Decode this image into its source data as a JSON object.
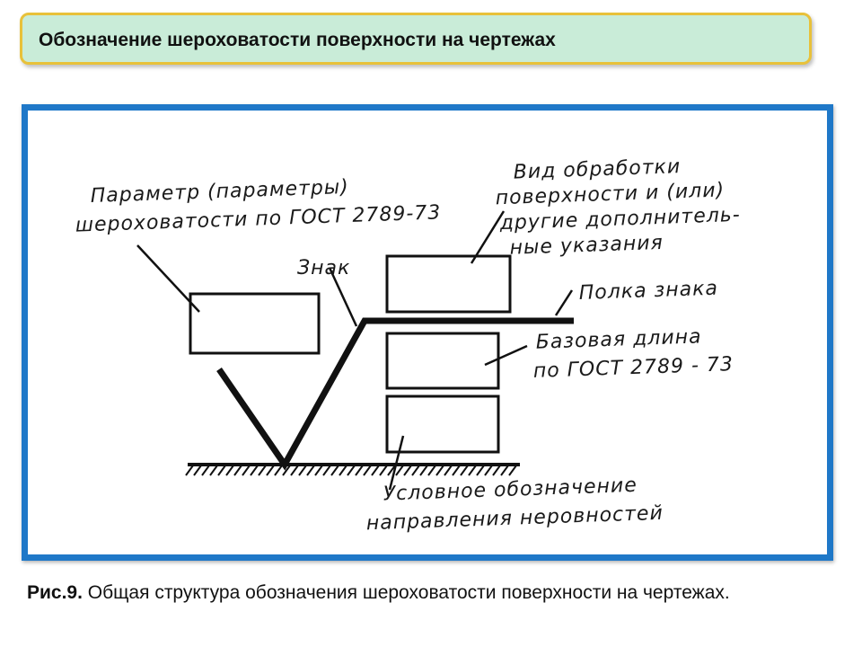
{
  "header": {
    "title": "Обозначение шероховатости поверхности на чертежах"
  },
  "diagram": {
    "label_parameter": [
      "Параметр (параметры)",
      "шероховатости по ГОСТ 2789-73"
    ],
    "label_znak": "Знак",
    "label_processing": [
      "Вид обработки",
      "поверхности и (или)",
      "другие дополнитель-",
      "ные указания"
    ],
    "label_polka": "Полка знака",
    "label_base_length": [
      "Базовая длина",
      "по ГОСТ 2789 - 73"
    ],
    "label_direction": [
      "Условное обозначение",
      "направления неровностей"
    ]
  },
  "caption": {
    "prefix": "Рис.9.",
    "text": " Общая структура обозначения шероховатости поверхности на чертежах."
  },
  "colors": {
    "title_bg": "#c9ecd8",
    "title_border": "#e8c13a",
    "frame_border": "#1f78c8"
  }
}
